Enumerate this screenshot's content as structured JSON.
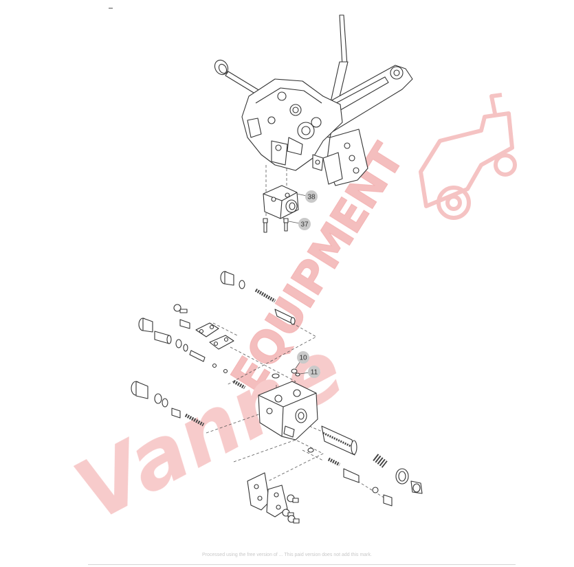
{
  "callouts": {
    "c37": "37",
    "c38": "38",
    "c10": "10",
    "c11": "11"
  },
  "watermark": {
    "script_word": "Vanne",
    "block_word": "EQUIPMENT",
    "color": "#f3b3b3",
    "tractor_icon": "tractor-icon"
  },
  "footer": {
    "note": "Processed using the free version of ... This paid version does not add this mark."
  },
  "colors": {
    "line": "#333333",
    "callout_fill": "#c9c9c9",
    "watermark": "#f3b3b3"
  }
}
